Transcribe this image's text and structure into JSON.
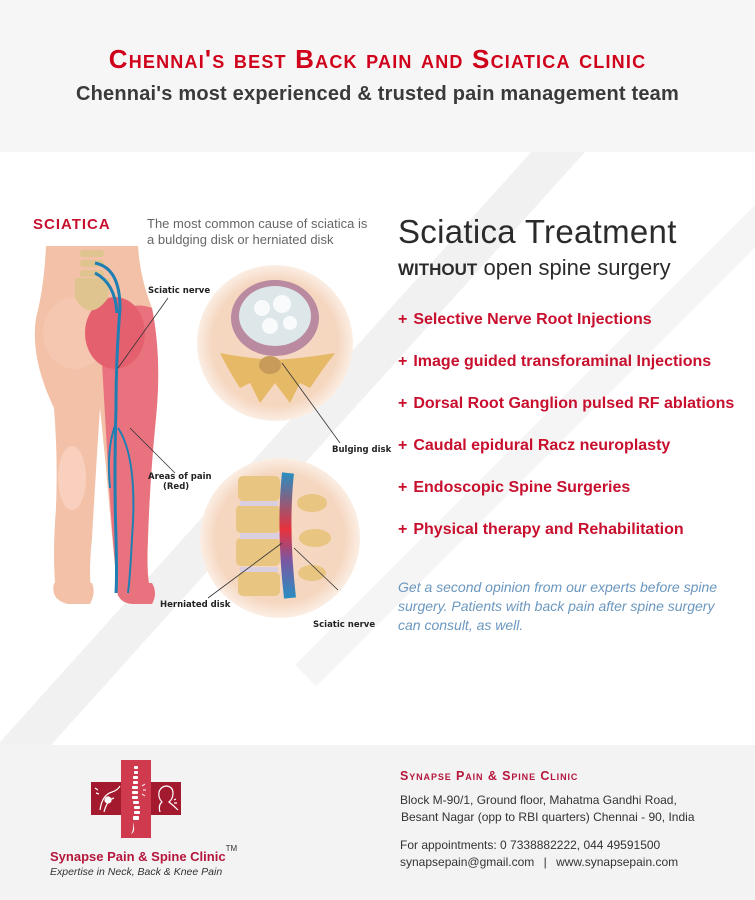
{
  "header": {
    "title": "Chennai's best Back pain and Sciatica clinic",
    "subtitle": "Chennai's most experienced & trusted pain management team"
  },
  "illustration": {
    "section_label": "SCIATICA",
    "cause_text": "The most common cause of sciatica is a buldging disk or herniated disk",
    "labels": {
      "sciatic_nerve_top": "Sciatic nerve",
      "areas_of_pain_line1": "Areas of pain",
      "areas_of_pain_line2": "(Red)",
      "bulging_disk": "Bulging disk",
      "herniated_disk": "Herniated disk",
      "sciatic_nerve_bottom": "Sciatic nerve"
    }
  },
  "treatment": {
    "title": "Sciatica Treatment",
    "subtitle_bold": "WITHOUT",
    "subtitle_rest": "open spine surgery",
    "services": [
      {
        "plus": "+",
        "label": "Selective Nerve Root Injections"
      },
      {
        "plus": "+",
        "label": "Image guided transforaminal Injections"
      },
      {
        "plus": "+",
        "label": "Dorsal Root Ganglion pulsed RF ablations"
      },
      {
        "plus": "+",
        "label": "Caudal epidural Racz neuroplasty"
      },
      {
        "plus": "+",
        "label": "Endoscopic Spine Surgeries"
      },
      {
        "plus": "+",
        "label": "Physical therapy and Rehabilitation"
      }
    ],
    "second_opinion": "Get a second opinion from our experts before spine surgery. Patients with back pain after spine surgery can consult, as well."
  },
  "footer": {
    "brand": "Synapse Pain & Spine Clinic",
    "trademark": "TM",
    "tagline": "Expertise in Neck, Back & Knee Pain",
    "contact": {
      "clinic_name": "Synapse Pain & Spine Clinic",
      "address_line1": "Block M-90/1, Ground floor, Mahatma Gandhi Road,",
      "address_line2": "Besant Nagar (opp to RBI quarters) Chennai - 90, India",
      "appointments": "For appointments: 0 7338882222, 044 49591500",
      "email": "synapsepain@gmail.com",
      "separator": "|",
      "website": "www.synapsepain.com"
    }
  },
  "colors": {
    "brand_red": "#c8102e",
    "dark_red": "#a3192e",
    "opinion_blue": "#6b97bf",
    "header_bg": "#f6f6f6",
    "footer_bg": "#f3f3f4"
  }
}
